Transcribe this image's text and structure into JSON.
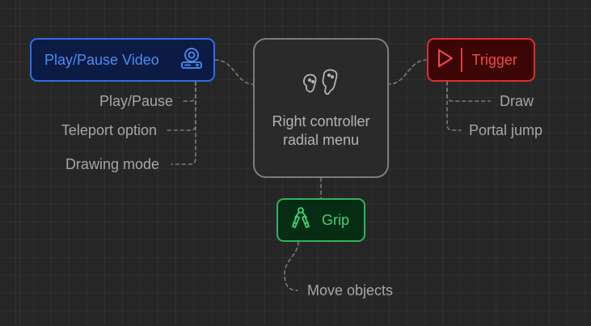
{
  "center": {
    "label": "Right controller radial menu",
    "icon": "controllers-icon"
  },
  "nodes": {
    "play_pause": {
      "label": "Play/Pause Video",
      "icon": "projector-icon",
      "color": "#2e6ee6",
      "fill": "#0c1b43"
    },
    "trigger": {
      "label": "Trigger",
      "icon": "play-triangle-icon",
      "color": "#dd2e2e",
      "fill": "#3d0606"
    },
    "grip": {
      "label": "Grip",
      "icon": "hand-gripper-icon",
      "color": "#2fb45e",
      "fill": "#062c14"
    }
  },
  "leaves": {
    "play_pause": [
      "Play/Pause",
      "Teleport option",
      "Drawing mode"
    ],
    "trigger": [
      "Draw",
      "Portal jump"
    ],
    "grip": [
      "Move objects"
    ]
  },
  "colors": {
    "background": "#262626",
    "connector": "#7a7a7a",
    "leaf_text": "#a6a6a6"
  }
}
